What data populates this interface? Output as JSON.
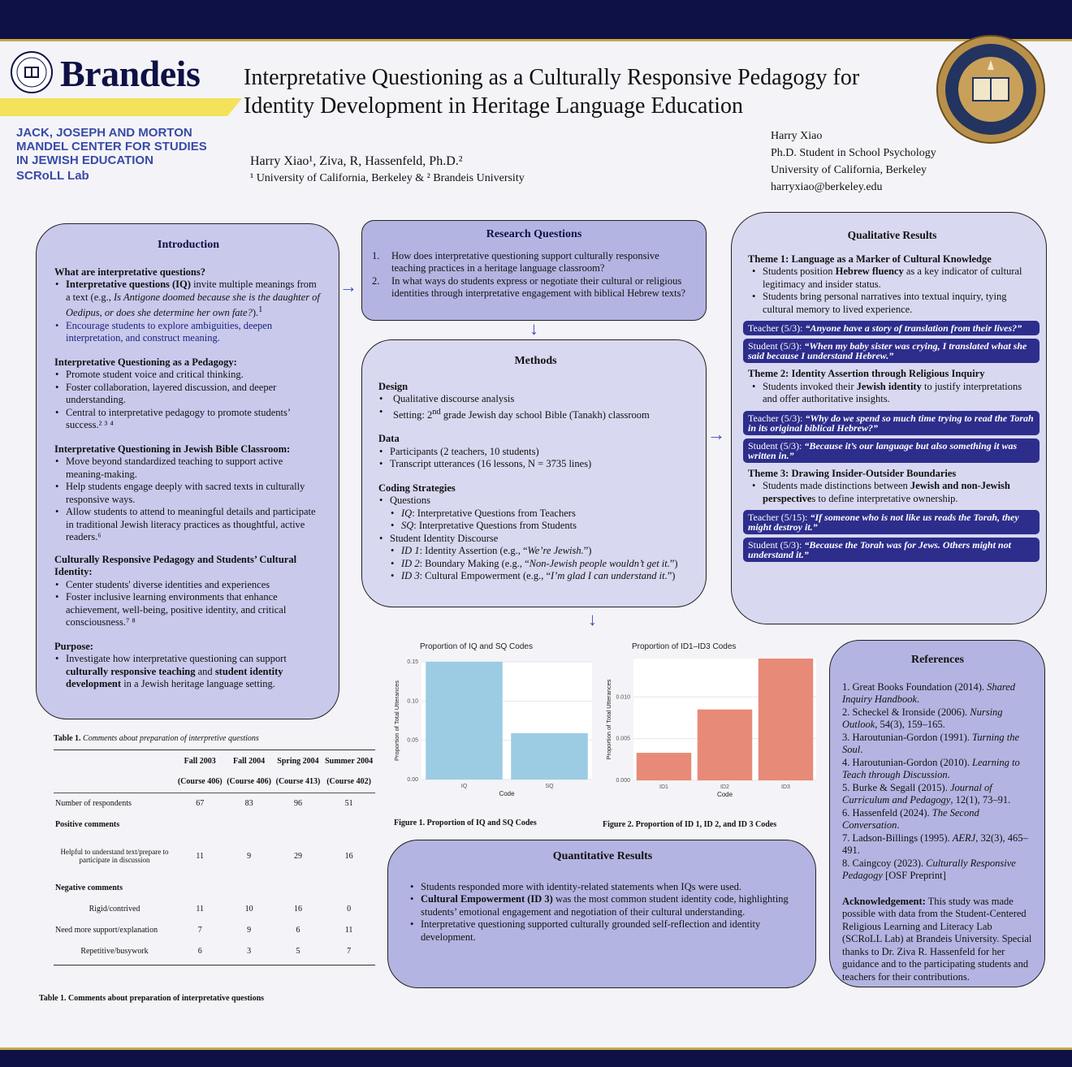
{
  "header": {
    "institution": "Brandeis",
    "center_lines": [
      "JACK, JOSEPH AND MORTON",
      "MANDEL CENTER FOR STUDIES",
      "IN JEWISH EDUCATION",
      "SCRoLL Lab"
    ],
    "title_line1": "Interpretative Questioning as a Culturally Responsive Pedagogy for",
    "title_line2": "Identity Development in Heritage Language Education",
    "authors": "Harry Xiao¹, Ziva, R, Hassenfeld, Ph.D.²",
    "affiliations": "¹ University of California, Berkeley & ² Brandeis University",
    "contact": [
      "Harry Xiao",
      "Ph.D. Student in School Psychology",
      "University of California, Berkeley",
      "harryxiao@berkeley.edu"
    ]
  },
  "colors": {
    "navy": "#0d1145",
    "panel": "#c9c9ec",
    "quote": "#2d2d8c",
    "bar_blue": "#9ccbe4",
    "bar_red": "#e88a78",
    "gold": "#c8a84a"
  },
  "intro": {
    "title": "Introduction",
    "q_heading": "What are interpretative questions?",
    "q_items": [
      "Interpretative questions (IQ) invite multiple meanings from a text (e.g., Is Antigone doomed because she is the daughter of Oedipus, or does she determine her own fate?).¹",
      "Encourage students to explore ambiguities, deepen interpretation, and construct meaning."
    ],
    "ped_heading": "Interpretative Questioning as a Pedagogy:",
    "ped_items": [
      "Promote student voice and critical thinking.",
      "Foster collaboration, layered discussion, and deeper understanding.",
      "Central to interpretative pedagogy to promote students’ success.² ³ ⁴"
    ],
    "bible_heading": "Interpretative Questioning in Jewish Bible Classroom:",
    "bible_items": [
      "Move beyond standardized teaching to support active meaning-making.",
      "Help students engage deeply with sacred texts in culturally responsive ways.",
      "Allow students to attend to meaningful details and participate in traditional Jewish literacy practices as thoughtful, active readers.⁶"
    ],
    "crp_heading": "Culturally Responsive Pedagogy and Students’ Cultural Identity:",
    "crp_items": [
      "Center students' diverse identities and experiences",
      "Foster inclusive learning environments that enhance achievement, well-being, positive identity, and critical consciousness.⁷ ⁸"
    ],
    "purpose_heading": "Purpose:",
    "purpose_item": "Investigate how interpretative questioning can support culturally responsive teaching and student identity development in a Jewish heritage language setting."
  },
  "rq": {
    "title": "Research Questions",
    "items": [
      "How does interpretative questioning support culturally responsive teaching practices in a heritage language classroom?",
      "In what ways do students express or negotiate their cultural or religious identities through interpretative engagement with biblical Hebrew texts?"
    ]
  },
  "methods": {
    "title": "Methods",
    "design_heading": "Design",
    "design_items": [
      "Qualitative discourse analysis",
      "Setting: 2nd grade Jewish day school Bible (Tanakh) classroom"
    ],
    "data_heading": "Data",
    "data_items": [
      "Participants (2 teachers, 10 students)",
      "Transcript utterances (16 lessons, N = 3735 lines)"
    ],
    "coding_heading": "Coding Strategies",
    "questions_label": "Questions",
    "iq": "IQ: Interpretative Questions from Teachers",
    "sq": "SQ: Interpretative Questions from Students",
    "sid_label": "Student Identity Discourse",
    "id1": "ID 1: Identity Assertion (e.g., “We’re Jewish.”)",
    "id2": "ID 2: Boundary Making (e.g., “Non-Jewish people wouldn’t get it.”)",
    "id3": "ID 3: Cultural Empowerment (e.g., “I’m glad I can understand it.”)"
  },
  "qual": {
    "title": "Qualitative Results",
    "t1_heading": "Theme 1: Language as a Marker of Cultural Knowledge",
    "t1_items": [
      "Students position Hebrew fluency as a key indicator of cultural legitimacy and insider status.",
      "Students bring personal narratives into textual inquiry, tying cultural memory to lived experience."
    ],
    "t1_q1_who": "Teacher (5/3): ",
    "t1_q1": "“Anyone have a story of translation from their lives?”",
    "t1_q2_who": "Student (5/3): ",
    "t1_q2": "“When my baby sister was crying, I translated what she said because I understand Hebrew.”",
    "t2_heading": "Theme 2: Identity Assertion through Religious Inquiry",
    "t2_item": "Students invoked their Jewish identity to justify interpretations and offer authoritative insights.",
    "t2_q1_who": "Teacher (5/3): ",
    "t2_q1": "“Why do we spend so much time trying to read the Torah in its original biblical Hebrew?”",
    "t2_q2_who": "Student (5/3): ",
    "t2_q2": "“Because it’s our language but also something it was written in.”",
    "t3_heading": "Theme 3: Drawing Insider-Outsider Boundaries",
    "t3_item": "Students made distinctions between Jewish and non-Jewish perspectives to define interpretative ownership.",
    "t3_q1_who": "Teacher (5/15): ",
    "t3_q1": "“If someone who is not like us reads the Torah, they might destroy it.”",
    "t3_q2_who": "Student (5/3): ",
    "t3_q2": "“Because the Torah was for Jews. Others might not understand it.”"
  },
  "table1": {
    "caption_top": "Table 1. Comments about preparation of interpretive questions",
    "columns": [
      [
        "Fall 2003",
        "(Course 406)"
      ],
      [
        "Fall 2004",
        "(Course 406)"
      ],
      [
        "Spring 2004",
        "(Course 413)"
      ],
      [
        "Summer 2004",
        "(Course 402)"
      ]
    ],
    "rows": [
      {
        "label": "Number of respondents",
        "values": [
          "67",
          "83",
          "96",
          "51"
        ]
      },
      {
        "label": "Positive comments",
        "values": []
      },
      {
        "label": "Helpful to understand text/prepare to participate in discussion",
        "values": [
          "11",
          "9",
          "29",
          "16"
        ]
      },
      {
        "label": "Negative comments",
        "values": []
      },
      {
        "label": "Rigid/contrived",
        "values": [
          "11",
          "10",
          "16",
          "0"
        ]
      },
      {
        "label": "Need more support/explanation",
        "values": [
          "7",
          "9",
          "6",
          "11"
        ]
      },
      {
        "label": "Repetitive/busywork",
        "values": [
          "6",
          "3",
          "5",
          "7"
        ]
      }
    ],
    "caption_bottom": "Table 1. Comments about preparation of interpretative questions"
  },
  "chart_data": [
    {
      "type": "bar",
      "title": "Proportion of IQ and SQ Codes",
      "xlabel": "Code",
      "ylabel": "Proportion of Total Utterances",
      "categories": [
        "IQ",
        "SQ"
      ],
      "values": [
        0.15,
        0.059
      ],
      "ylim": [
        0,
        0.15
      ],
      "yticks": [
        "0.00",
        "0.05",
        "0.10",
        "0.15"
      ],
      "caption": "Figure 1. Proportion of IQ and SQ Codes"
    },
    {
      "type": "bar",
      "title": "Proportion of ID1–ID3 Codes",
      "xlabel": "Code",
      "ylabel": "Proportion of Total Utterances",
      "categories": [
        "ID1",
        "ID2",
        "ID3"
      ],
      "values": [
        0.0033,
        0.0085,
        0.0146
      ],
      "ylim": [
        0,
        0.0146
      ],
      "yticks": [
        "0.000",
        "0.005",
        "0.010"
      ],
      "caption": "Figure 2. Proportion of ID 1, ID 2, and ID 3 Codes"
    }
  ],
  "quant": {
    "title": "Quantitative Results",
    "items": [
      "Students responded more with identity-related statements when IQs were used.",
      "Cultural Empowerment (ID 3) was the most common student identity code, highlighting students’ emotional engagement and negotiation of their cultural understanding.",
      "Interpretative questioning supported culturally grounded self-reflection and identity development."
    ]
  },
  "refs": {
    "title": "References",
    "items": [
      "1. Great Books Foundation (2014). Shared Inquiry Handbook.",
      "2. Scheckel & Ironside (2006). Nursing Outlook, 54(3), 159–165.",
      "3. Haroutunian-Gordon (1991). Turning the Soul.",
      "4. Haroutunian-Gordon (2010). Learning to Teach through Discussion.",
      "5. Burke & Segall (2015). Journal of Curriculum and Pedagogy, 12(1), 73–91.",
      "6. Hassenfeld (2024). The Second Conversation.",
      "7. Ladson-Billings (1995). AERJ, 32(3), 465–491.",
      "8. Caingcoy (2023). Culturally Responsive Pedagogy [OSF Preprint]"
    ],
    "ack_label": "Acknowledgement:",
    "ack_text": " This study was made possible with data from the Student-Centered Religious Learning and Literacy Lab (SCRoLL Lab) at Brandeis University. Special thanks to Dr. Ziva R. Hassenfeld for her guidance and to the participating students and teachers for their contributions."
  }
}
